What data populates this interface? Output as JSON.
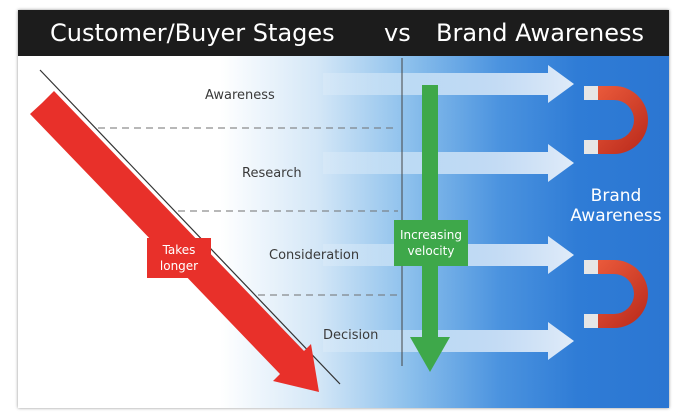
{
  "header": {
    "left_title": "Customer/Buyer Stages",
    "vs": "vs",
    "right_title": "Brand Awareness"
  },
  "stages": [
    {
      "label": "Awareness"
    },
    {
      "label": "Research"
    },
    {
      "label": "Consideration"
    },
    {
      "label": "Decision"
    }
  ],
  "takes_longer": {
    "line1": "Takes",
    "line2": "longer"
  },
  "velocity": {
    "line1": "Increasing",
    "line2": "velocity"
  },
  "brand": {
    "line1": "Brand",
    "line2": "Awareness"
  },
  "colors": {
    "header_bg": "#1c1c1c",
    "red_arrow": "#e8302a",
    "green_arrow": "#3ea84a",
    "brand_blue": "#2b76d2",
    "magnet_red": "#d43a1e",
    "magnet_tip": "#e6e6e6"
  },
  "icons": [
    "arrow-right-icon",
    "magnet-icon"
  ]
}
